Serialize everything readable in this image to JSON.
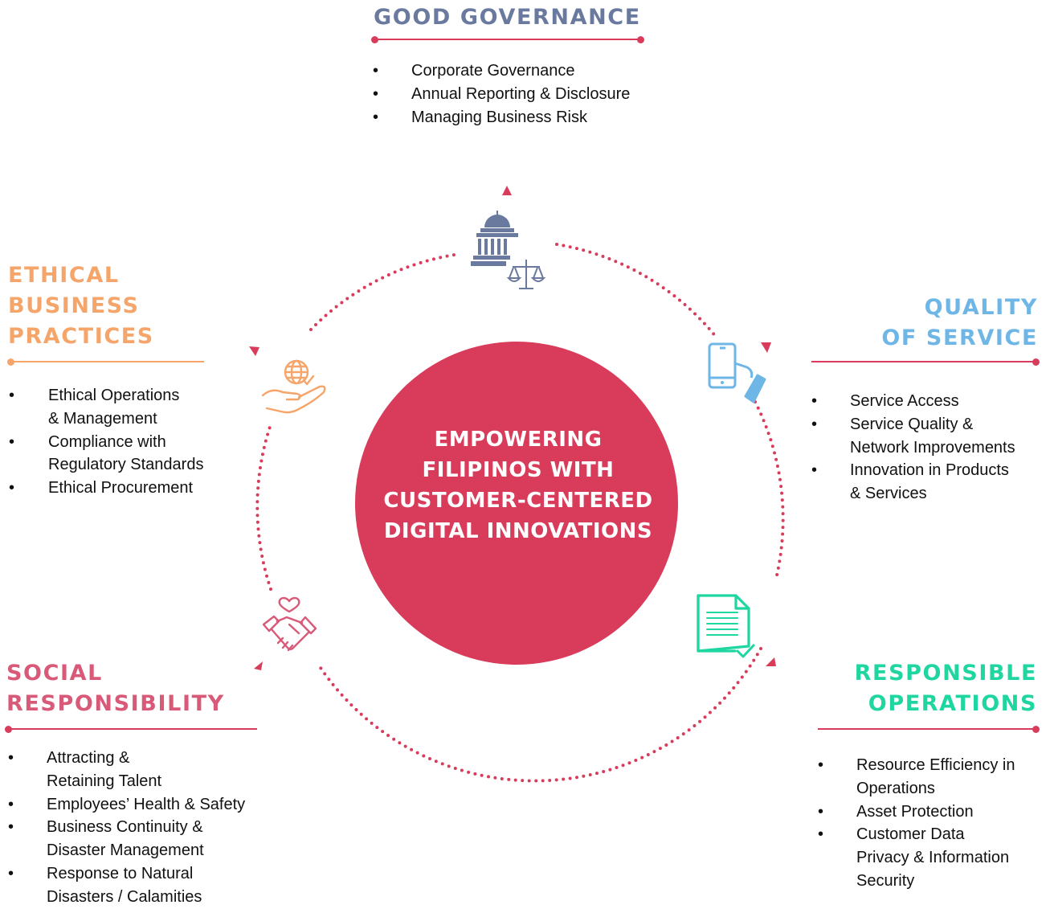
{
  "center": {
    "lines": [
      "EMPOWERING",
      "FILIPINOS WITH",
      "CUSTOMER-CENTERED",
      "DIGITAL INNOVATIONS"
    ]
  },
  "colors": {
    "center_circle": "#d83c5a",
    "governance": "#6a7a9e",
    "ethical": "#f5a56a",
    "quality": "#6db6e6",
    "social": "#d85a78",
    "operations": "#1fd6a0",
    "ring": "#d83c5a"
  },
  "sections": {
    "governance": {
      "title": [
        "GOOD GOVERNANCE"
      ],
      "icon": "capitol-scales-icon",
      "items": [
        "Corporate Governance",
        "Annual Reporting & Disclosure",
        "Managing Business Risk"
      ]
    },
    "ethical": {
      "title": [
        "ETHICAL",
        "BUSINESS",
        "PRACTICES"
      ],
      "icon": "globe-hand-icon",
      "items": [
        [
          "Ethical Operations",
          "& Management"
        ],
        [
          "Compliance with",
          "Regulatory Standards"
        ],
        [
          "Ethical Procurement"
        ]
      ]
    },
    "quality": {
      "title": [
        "QUALITY",
        "OF SERVICE"
      ],
      "icon": "phone-hand-icon",
      "items": [
        [
          "Service Access"
        ],
        [
          "Service Quality &",
          "Network Improvements"
        ],
        [
          "Innovation in Products",
          "& Services"
        ]
      ]
    },
    "social": {
      "title": [
        "SOCIAL",
        "RESPONSIBILITY"
      ],
      "icon": "handshake-heart-icon",
      "items": [
        [
          "Attracting &",
          "Retaining Talent"
        ],
        [
          "Employees’ Health & Safety"
        ],
        [
          "Business Continuity &",
          "Disaster Management"
        ],
        [
          "Response to Natural",
          "Disasters / Calamities"
        ]
      ]
    },
    "operations": {
      "title": [
        "RESPONSIBLE",
        "OPERATIONS"
      ],
      "icon": "document-check-icon",
      "items": [
        [
          "Resource Efficiency in",
          "Operations"
        ],
        [
          "Asset Protection"
        ],
        [
          "Customer Data",
          "Privacy & Information",
          "Security"
        ]
      ]
    }
  }
}
